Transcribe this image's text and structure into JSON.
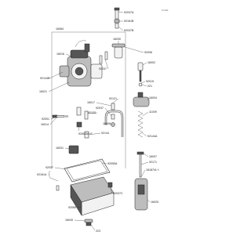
{
  "diagram_code": "C1011",
  "callouts": [
    {
      "id": "c01",
      "text": "92037A"
    },
    {
      "id": "c02",
      "text": "16084"
    },
    {
      "id": "c03",
      "text": "92161B"
    },
    {
      "id": "c04",
      "text": "92037B"
    },
    {
      "id": "c05",
      "text": "16016"
    },
    {
      "id": "c06",
      "text": "16030"
    },
    {
      "id": "c07",
      "text": "92006"
    },
    {
      "id": "c08",
      "text": "92037"
    },
    {
      "id": "c09",
      "text": "16002"
    },
    {
      "id": "c10",
      "text": "92144B"
    },
    {
      "id": "c11",
      "text": "92015"
    },
    {
      "id": "c12",
      "text": "16021"
    },
    {
      "id": "c13",
      "text": "221"
    },
    {
      "id": "c14",
      "text": "16004"
    },
    {
      "id": "c15",
      "text": "16017"
    },
    {
      "id": "c16",
      "text": "92037"
    },
    {
      "id": "c17",
      "text": "92123"
    },
    {
      "id": "c18",
      "text": "92121"
    },
    {
      "id": "c19",
      "text": "11009"
    },
    {
      "id": "c20",
      "text": "16008"
    },
    {
      "id": "c21",
      "text": "92001"
    },
    {
      "id": "c22",
      "text": "16014"
    },
    {
      "id": "c23",
      "text": "92063/A~F"
    },
    {
      "id": "c24",
      "text": "92144"
    },
    {
      "id": "c25",
      "text": "92144A"
    },
    {
      "id": "c26",
      "text": "16031"
    },
    {
      "id": "c27",
      "text": "16007"
    },
    {
      "id": "c28",
      "text": "92171"
    },
    {
      "id": "c29",
      "text": "92055A"
    },
    {
      "id": "c30",
      "text": "92037"
    },
    {
      "id": "c31",
      "text": "16187/A~I"
    },
    {
      "id": "c32",
      "text": "92161A"
    },
    {
      "id": "c33",
      "text": "92037C"
    },
    {
      "id": "c34",
      "text": "16025"
    },
    {
      "id": "c35",
      "text": "92055"
    },
    {
      "id": "c36",
      "text": "16049"
    },
    {
      "id": "c37",
      "text": "223"
    }
  ]
}
